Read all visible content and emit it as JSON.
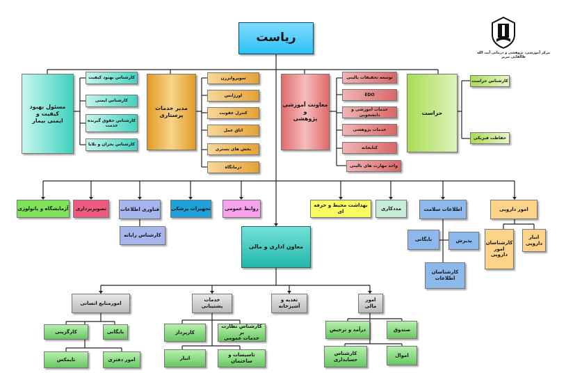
{
  "header": {
    "logo_icon": "university-emblem-icon",
    "logo_caption": "مرکز آموزشی، پژوهشی و درمانی آیت الله طالقانی تبریز"
  },
  "colors": {
    "head": "#2ec0f4",
    "deputy": "#24b7aa",
    "section": "#b9b9b9",
    "sub": "#68c763",
    "line": "#222222"
  },
  "nodes": {
    "riasat": "ریاست",
    "quality": "مسئول بهبود کیفیت و\nایمنی بیمار",
    "q1": "کارشناس بهبود کیفیت",
    "q2": "کارشناس ایمنی",
    "q3": "کارشناس حقوق گیرنده\nخدمت",
    "q4": "کارشناس بحران و بلایا",
    "nursing": "مدیر خدمات پرستاری",
    "n1": "سوپروایزرن",
    "n2": "اورژانس",
    "n3": "کنترل عفونت",
    "n4": "اتاق عمل",
    "n5": "بخش های بستری",
    "n6": "درمانگاه",
    "education": "معاونت آموزشی و\nپژوهشی",
    "e1": "توسعه تحقیقات بالینی",
    "e2": "EDO",
    "e3": "خدمات آموزشی و دانشجویی",
    "e4": "خدمات پژوهشی",
    "e5": "کتابخانه",
    "e6": "واحد مهارت های بالینی",
    "security": "حراست",
    "s1": "کارشناس حراست",
    "s2": "حفاظت فیزیکی",
    "lab": "آزمایشگاه و پاتولوژی",
    "imaging": "تصویربرداری",
    "it": "فناوری اطلاعات",
    "it1": "کارشناس رایانه",
    "medeq": "تجهیزات پزشکی",
    "pr": "روابط عمومی",
    "env": "بهداشت محیط و حرفه ای",
    "social": "مددکاری",
    "himi": "اطلاعات سلامت",
    "h1": "پذیرش",
    "h2": "بایگانی",
    "h3": "کارشناسان\nاطلاعات",
    "pharm": "امور دارویی",
    "p1": "انبار\nدارویی",
    "p2": "کارشناسان\nامور\nدارویی",
    "admin": "معاون اداری و مالی",
    "hr": "امورمنابع انسانی",
    "hr1": "کارگزینی",
    "hr2": "بایگانی",
    "hr3": "تایمکس",
    "hr4": "امور دفتری",
    "support": "خدمات پشتیبانی",
    "sp1": "کارپرداز",
    "sp2": "کارشناس نظارت بر\nخدمات عمومی",
    "sp3": "انبار",
    "sp4": "تاسیسات و ساختمان",
    "food": "تغذیه و آشپزخانه",
    "finance": "امور مالی",
    "f1": "درآمد و ترخیص",
    "f2": "صندوق",
    "f3": "کارشناس\nحسابداری",
    "f4": "اموال"
  }
}
